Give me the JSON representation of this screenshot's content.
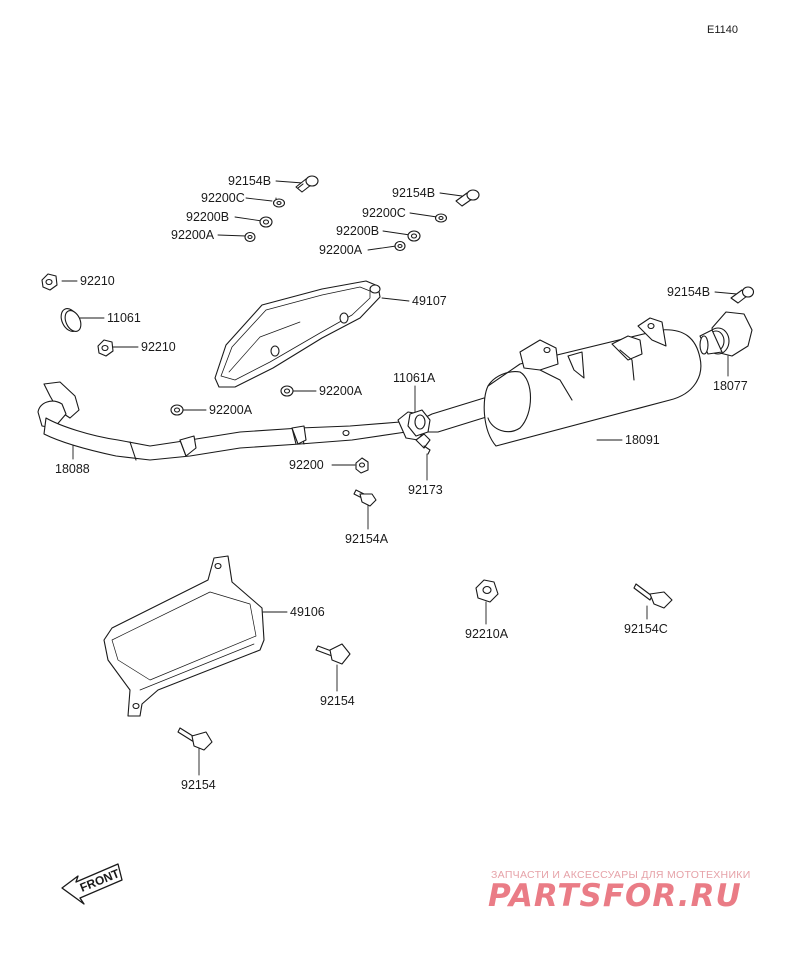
{
  "diagram_code": "E1140",
  "callouts": [
    {
      "id": "c1",
      "text": "92154B"
    },
    {
      "id": "c2",
      "text": "92200C"
    },
    {
      "id": "c3",
      "text": "92200B"
    },
    {
      "id": "c4",
      "text": "92200A"
    },
    {
      "id": "c5",
      "text": "92154B"
    },
    {
      "id": "c6",
      "text": "92200C"
    },
    {
      "id": "c7",
      "text": "92200B"
    },
    {
      "id": "c8",
      "text": "92200A"
    },
    {
      "id": "c9",
      "text": "92210"
    },
    {
      "id": "c10",
      "text": "11061"
    },
    {
      "id": "c11",
      "text": "92210"
    },
    {
      "id": "c12",
      "text": "49107"
    },
    {
      "id": "c13",
      "text": "92154B"
    },
    {
      "id": "c14",
      "text": "18077"
    },
    {
      "id": "c15",
      "text": "11061A"
    },
    {
      "id": "c16",
      "text": "92200A"
    },
    {
      "id": "c17",
      "text": "92200A"
    },
    {
      "id": "c18",
      "text": "18091"
    },
    {
      "id": "c19",
      "text": "18088"
    },
    {
      "id": "c20",
      "text": "92200"
    },
    {
      "id": "c21",
      "text": "92173"
    },
    {
      "id": "c22",
      "text": "92154A"
    },
    {
      "id": "c23",
      "text": "49106"
    },
    {
      "id": "c24",
      "text": "92210A"
    },
    {
      "id": "c25",
      "text": "92154C"
    },
    {
      "id": "c26",
      "text": "92154"
    },
    {
      "id": "c27",
      "text": "92154"
    }
  ],
  "front_arrow_label": "FRONT",
  "watermark": {
    "tagline": "ЗАПЧАСТИ И АКСЕССУАРЫ ДЛЯ МОТОТЕХНИКИ",
    "logo": "PARTSFOR.RU"
  },
  "colors": {
    "line": "#1a1a1a",
    "fill": "#ffffff",
    "watermark": "#ea7c86"
  }
}
